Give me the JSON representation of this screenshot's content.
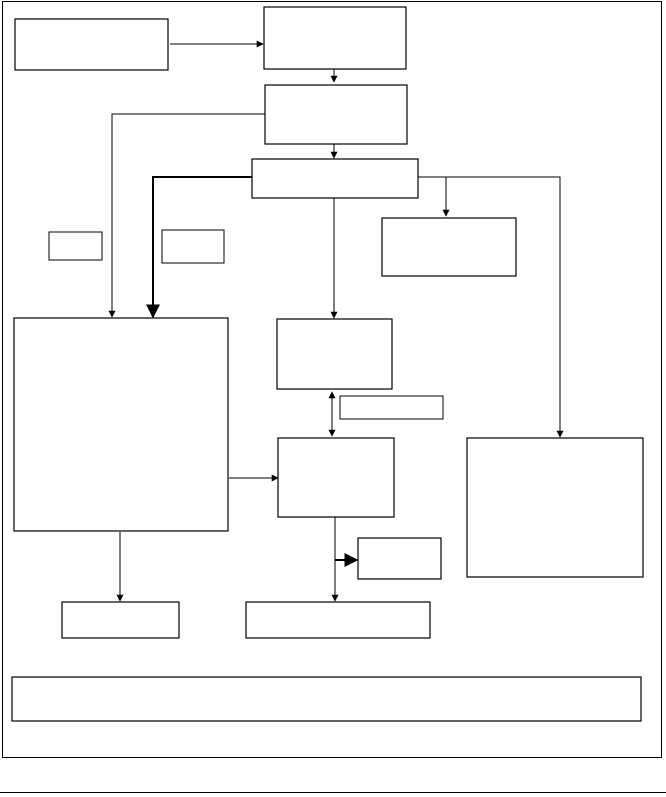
{
  "diagram": {
    "nodes": [
      {
        "id": "box-top-left",
        "label": ""
      },
      {
        "id": "box-top-center",
        "label": ""
      },
      {
        "id": "box-second",
        "label": ""
      },
      {
        "id": "box-hub",
        "label": ""
      },
      {
        "id": "label-small-left",
        "label": ""
      },
      {
        "id": "label-small-mid",
        "label": ""
      },
      {
        "id": "box-right-upper",
        "label": ""
      },
      {
        "id": "box-large-left",
        "label": ""
      },
      {
        "id": "box-center-upper",
        "label": ""
      },
      {
        "id": "label-between",
        "label": ""
      },
      {
        "id": "box-center-lower",
        "label": ""
      },
      {
        "id": "box-right-large",
        "label": ""
      },
      {
        "id": "box-small-right",
        "label": ""
      },
      {
        "id": "box-bottom-left",
        "label": ""
      },
      {
        "id": "box-bottom-center",
        "label": ""
      },
      {
        "id": "box-footer-note",
        "label": ""
      }
    ],
    "edges": [
      {
        "from": "box-top-left",
        "to": "box-top-center"
      },
      {
        "from": "box-top-center",
        "to": "box-second"
      },
      {
        "from": "box-second",
        "to": "box-hub"
      },
      {
        "from": "box-second",
        "to": "box-large-left"
      },
      {
        "from": "box-hub",
        "to": "box-large-left"
      },
      {
        "from": "box-hub",
        "to": "box-center-upper"
      },
      {
        "from": "box-hub",
        "to": "box-right-upper"
      },
      {
        "from": "box-hub",
        "to": "box-right-large"
      },
      {
        "from": "box-center-upper",
        "to": "box-center-lower",
        "bidirectional": true
      },
      {
        "from": "box-large-left",
        "to": "box-center-lower"
      },
      {
        "from": "box-large-left",
        "to": "box-bottom-left"
      },
      {
        "from": "box-center-lower",
        "to": "box-bottom-center"
      },
      {
        "from": "box-center-lower",
        "to": "box-small-right"
      }
    ]
  }
}
